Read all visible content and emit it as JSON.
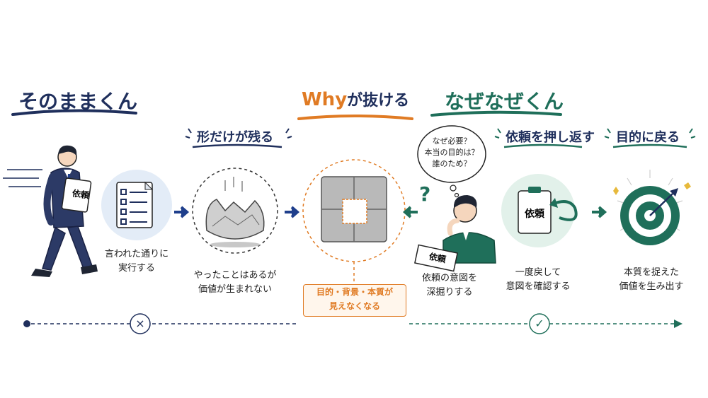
{
  "left": {
    "title": "そのままくん",
    "step1_caption": [
      "言われた通りに",
      "実行する"
    ],
    "step2_title": "形だけが残る",
    "step2_caption": [
      "やったことはあるが",
      "価値が生まれない"
    ],
    "document_label": "依頼"
  },
  "center": {
    "title_why": "Why",
    "title_rest": "が抜ける",
    "missing_box": [
      "目的・背景・本質が",
      "見えなくなる"
    ]
  },
  "right": {
    "title": "なぜなぜくん",
    "thought_bubble": [
      "なぜ必要？",
      "本当の目的は？",
      "誰のため？"
    ],
    "question_mark": "?",
    "desk_doc_label": "依頼",
    "step1_caption": [
      "依頼の意図を",
      "深掘りする"
    ],
    "step2_title": "依頼を押し返す",
    "step2_clipboard_label": "依頼",
    "step2_caption": [
      "一度戻して",
      "意図を確認する"
    ],
    "step3_title": "目的に戻る",
    "step3_caption": [
      "本質を捉えた",
      "価値を生み出す"
    ]
  },
  "timeline": {
    "bad_marker": "×",
    "good_marker": "✓"
  },
  "colors": {
    "navy": "#1f2f5c",
    "teal": "#1f6f5a",
    "orange": "#e07b24",
    "light_blue": "#e3ecf7",
    "light_teal": "#e2f1ea"
  }
}
